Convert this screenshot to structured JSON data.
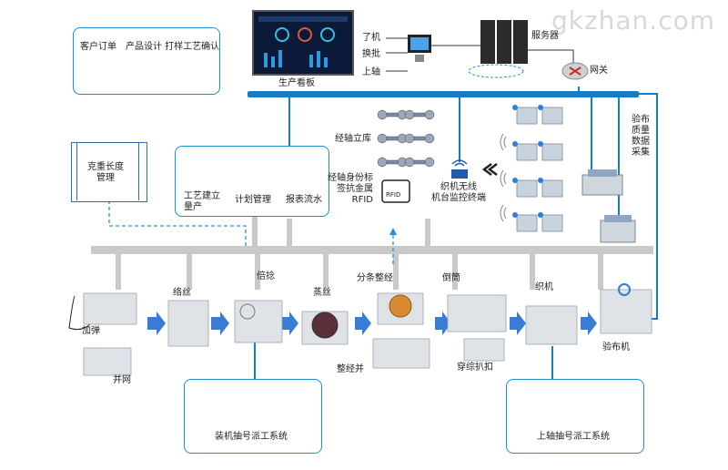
{
  "watermark": "gkzhan.com",
  "dashboard": {
    "label": "生产看板"
  },
  "left_terminal_labels": [
    "了机",
    "换批",
    "上轴"
  ],
  "server": {
    "label": "服务器"
  },
  "gateway": {
    "label": "网关"
  },
  "customer": {
    "label": "客户订单　产品设计 打样工艺确认"
  },
  "weight_box": {
    "label": "克重长度\n管理"
  },
  "process_icons": [
    {
      "label": "工艺建立\n量产"
    },
    {
      "label": "计划管理"
    },
    {
      "label": "报表流水"
    }
  ],
  "beam_storage": {
    "label": "经轴立库"
  },
  "rfid": {
    "label": "经轴身份标\n签抗金属\nRFID",
    "tag": "RFID"
  },
  "loom_terminal": {
    "label": "织机无线\n机台监控终端"
  },
  "inspection_data": {
    "label": "验布\n质量\n数据\n采集"
  },
  "stages": {
    "texturing": "加弹",
    "doubling": "并网",
    "winding": "络丝",
    "twisting": "倍捻",
    "steaming": "蒸丝",
    "sectional": "分条整经",
    "warping": "整经并",
    "rewinding": "倒筒",
    "drawing_in": "穿综扒扣",
    "weaving": "织机",
    "inspection": "验布机"
  },
  "systems": {
    "left": "装机抽号派工系统",
    "right": "上轴抽号派工系统"
  },
  "colors": {
    "accent": "#1c8fd0",
    "bus": "#1a7cc0",
    "gray_bus": "#c9c9c9",
    "arrow": "#3a7bd5"
  }
}
